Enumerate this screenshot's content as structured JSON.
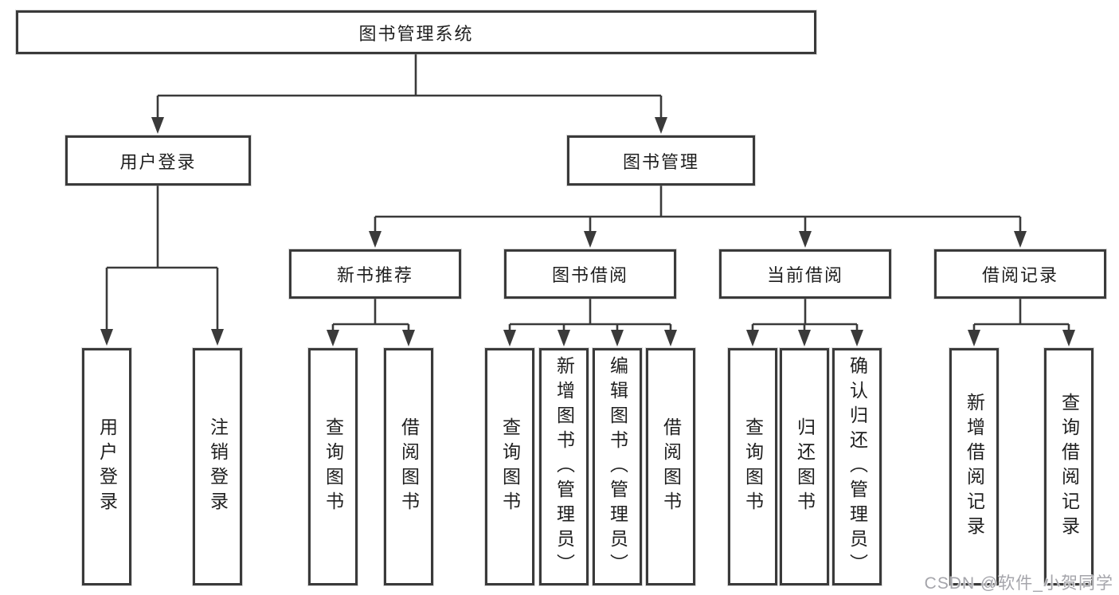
{
  "diagram": {
    "root": {
      "label": "图书管理系统"
    },
    "level2": [
      {
        "label": "用户登录"
      },
      {
        "label": "图书管理"
      }
    ],
    "level3": [
      {
        "label": "新书推荐"
      },
      {
        "label": "图书借阅"
      },
      {
        "label": "当前借阅"
      },
      {
        "label": "借阅记录"
      }
    ],
    "leaves": [
      {
        "label": "用户登录"
      },
      {
        "label": "注销登录"
      },
      {
        "label": "查询图书"
      },
      {
        "label": "借阅图书"
      },
      {
        "label": "查询图书"
      },
      {
        "label": "新增图书（管理员）"
      },
      {
        "label": "编辑图书（管理员）"
      },
      {
        "label": "借阅图书"
      },
      {
        "label": "查询图书"
      },
      {
        "label": "归还图书"
      },
      {
        "label": "确认归还（管理员）"
      },
      {
        "label": "新增借阅记录"
      },
      {
        "label": "查询借阅记录"
      }
    ]
  },
  "watermark": {
    "text": "CSDN @软件_小贺同学"
  },
  "colors": {
    "line": "#3a3a3a",
    "text": "#1f1f1f",
    "watermark": "#a5a5ab",
    "background": "#ffffff"
  }
}
